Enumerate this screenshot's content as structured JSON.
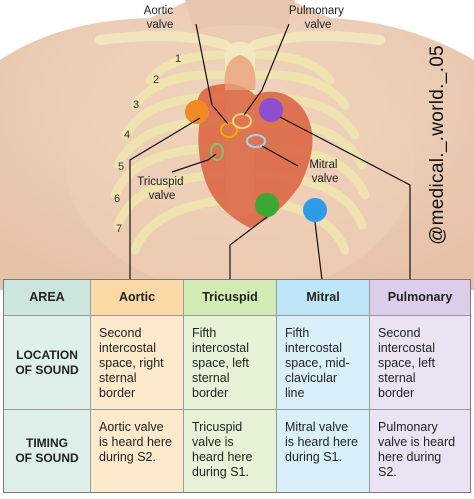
{
  "labels": {
    "aortic_valve": [
      "Aortic",
      "valve"
    ],
    "pulmonary_valve": [
      "Pulmonary",
      "valve"
    ],
    "mitral_valve": [
      "Mitral",
      "valve"
    ],
    "tricuspid_valve": [
      "Tricuspid",
      "valve"
    ]
  },
  "rib_numbers": [
    "1",
    "2",
    "3",
    "4",
    "5",
    "6",
    "7"
  ],
  "watermark": "@medical._.world._.05",
  "colors": {
    "aortic_marker": "#f08a24",
    "pulmonary_marker": "#8b4fd0",
    "tricuspid_marker": "#3aa832",
    "mitral_marker": "#2f9be8"
  },
  "table": {
    "headers": [
      "AREA",
      "Aortic",
      "Tricuspid",
      "Mitral",
      "Pulmonary"
    ],
    "rows": [
      {
        "label": [
          "LOCATION",
          "OF SOUND"
        ],
        "cells": [
          [
            "Second",
            "intercostal",
            "space, right",
            "sternal",
            "border"
          ],
          [
            "Fifth",
            "intercostal",
            "space, left",
            "sternal",
            "border"
          ],
          [
            "Fifth",
            "intercostal",
            "space, mid-",
            "clavicular",
            "line"
          ],
          [
            "Second",
            "intercostal",
            "space, left",
            "sternal",
            "border"
          ]
        ]
      },
      {
        "label": [
          "TIMING",
          "OF SOUND"
        ],
        "cells": [
          [
            "Aortic valve",
            "is heard here",
            "during S2."
          ],
          [
            "Tricuspid",
            "valve is",
            "heard here",
            "during S1."
          ],
          [
            "Mitral valve",
            "is heard here",
            "during S1."
          ],
          [
            "Pulmonary",
            "valve is heard",
            "here during",
            "S2."
          ]
        ]
      }
    ]
  }
}
